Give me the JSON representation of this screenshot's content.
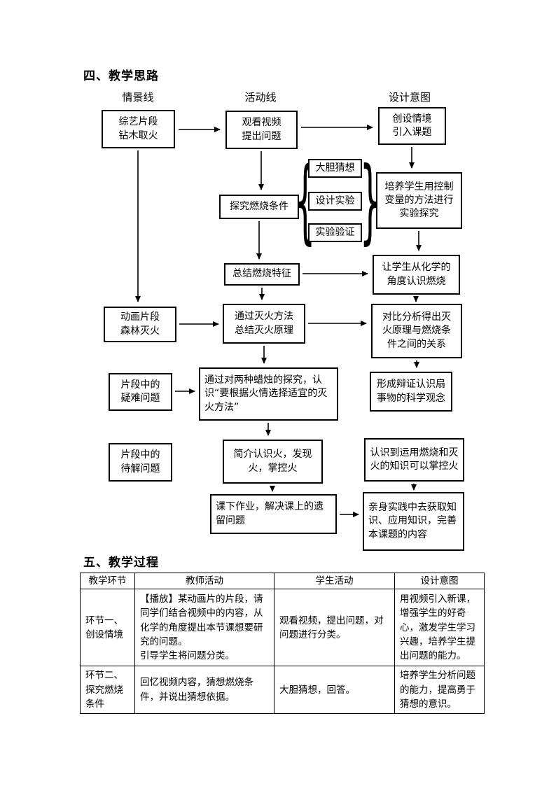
{
  "section1": {
    "title": "四、教学思路"
  },
  "flow": {
    "col_labels": [
      "情景线",
      "活动线",
      "设计意图"
    ],
    "brace_left": "{",
    "brace_right": "}",
    "boxes": {
      "variety": "综艺片段\n钻木取火",
      "watch": "观看视频\n提出问题",
      "create": "创设情境\n引入课题",
      "guess": "大胆猜想",
      "design": "设计实验",
      "verify": "实验验证",
      "explore": "探究燃烧条件",
      "cultivate": "培养学生用控制变量的方法进行实验探究",
      "feature": "总结燃烧特征",
      "chem": "让学生从化学的角度认识燃烧",
      "method": "通过灭火方法\n总结灭火原理",
      "contrast": "对比分析得出灭火原理与燃烧条件之间的关系",
      "animation": "动画片段\n森林灭火",
      "difficult": "片段中的\n疑难问题",
      "candle": "通过对两种蜡烛的探究，认识“要根据火情选择适宜的灭火方法”",
      "dialectic": "形成辩证认识扇事物的科学观念",
      "intro": "简介认识火，发现火，掌控火",
      "pending": "片段中的\n待解问题",
      "master": "认识到运用燃烧和灭火的知识可以掌控火",
      "homework": "课下作业，解决课上的遗留问题",
      "practice": "亲身实践中去获取知识、应用知识，完善本课题的内容"
    }
  },
  "section2": {
    "title": "五、教学过程"
  },
  "table": {
    "headers": [
      "教学环节",
      "教师活动",
      "学生活动",
      "设计意图"
    ],
    "rows": [
      {
        "stage": "环节一、创设情境",
        "teacher": "【播放】某动画片的片段，请同学们结合视频中的内容，从化学的角度提出本节课想要研究的问题。\n引导学生将问题分类。",
        "student": "观看视频，提出问题，对问题进行分类。",
        "intent": "用视频引入新课，增强学生的好奇心，激发学生学习兴趣，培养学生提出问题的能力。"
      },
      {
        "stage": "环节二、探究燃烧条件",
        "teacher": "回忆视频内容，猜想燃烧条件，并说出猜想依据。",
        "student": "大胆猜想，回答。",
        "intent": "培养学生分析问题的能力，提高勇于猜想的意识。"
      }
    ]
  }
}
